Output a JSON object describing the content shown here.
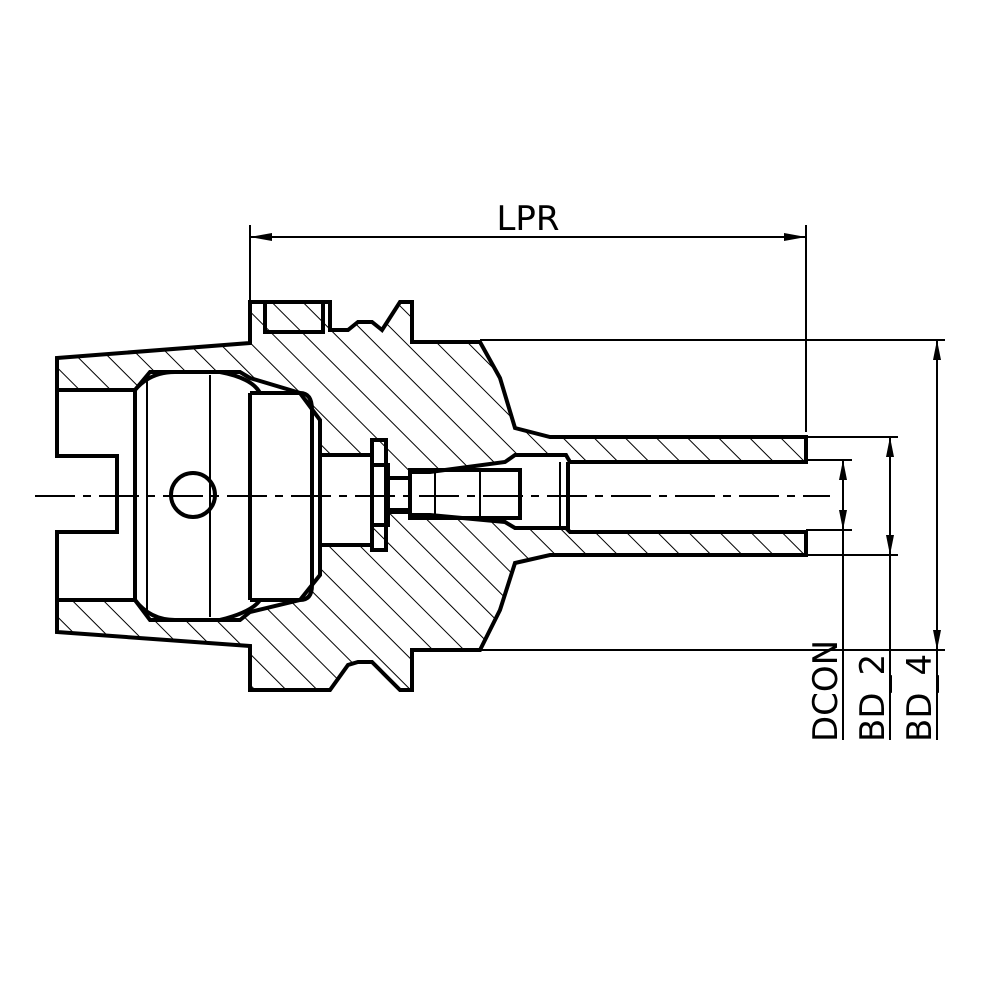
{
  "drawing": {
    "colors": {
      "line": "#000000",
      "background": "#ffffff"
    },
    "dimensions": {
      "lpr": "LPR",
      "dcon": "DCON",
      "bd2": "BD_2",
      "bd4": "BD_4"
    }
  }
}
